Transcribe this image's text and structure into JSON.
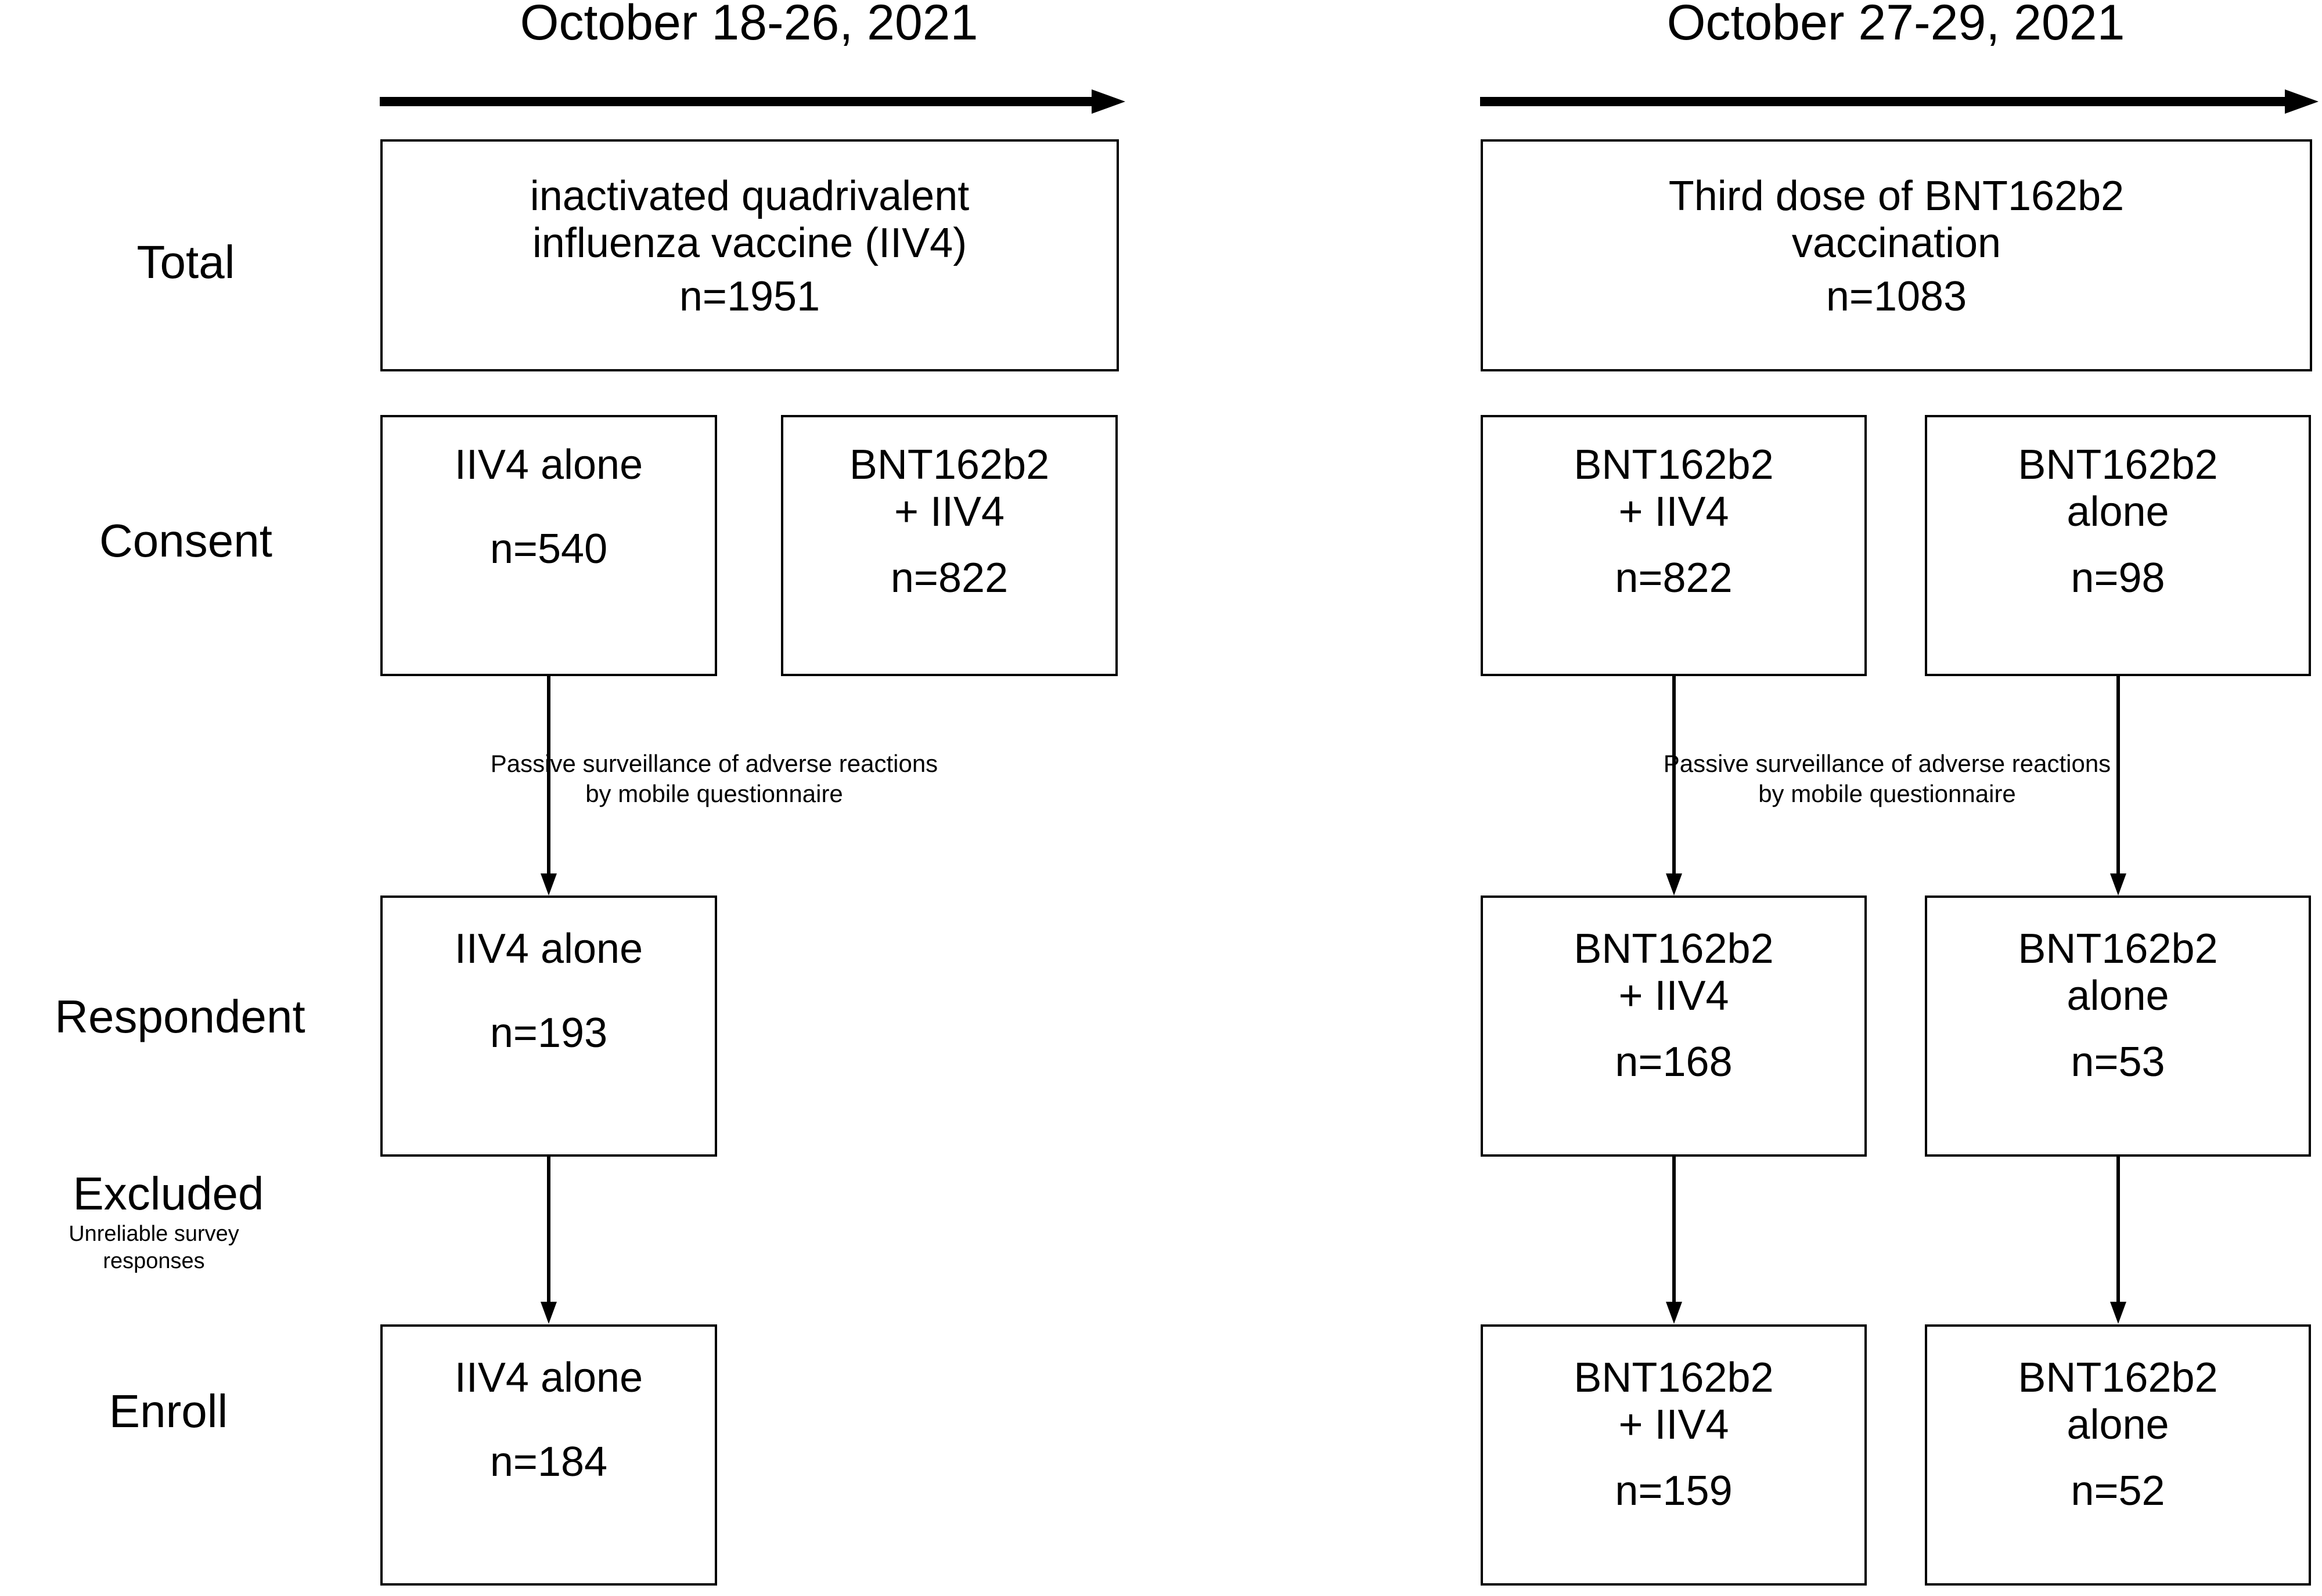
{
  "figure": {
    "type": "flowchart",
    "title": "Study enrollment flow diagram",
    "background": "#ffffff",
    "stroke_color": "#000000"
  },
  "periods": [
    {
      "id": "period-left",
      "label": "October 18-26, 2021"
    },
    {
      "id": "period-right",
      "label": "October 27-29, 2021"
    }
  ],
  "row_labels": [
    {
      "id": "total",
      "label": "Total"
    },
    {
      "id": "consent",
      "label": "Consent"
    },
    {
      "id": "respondent",
      "label": "Respondent"
    },
    {
      "id": "excluded",
      "label": "Excluded",
      "sub_line1": "Unreliable survey",
      "sub_line2": "responses"
    },
    {
      "id": "enroll",
      "label": "Enroll"
    }
  ],
  "annotations": {
    "surveillance_line1": "Passive surveillance of adverse reactions",
    "surveillance_line2": "by mobile questionnaire"
  },
  "nodes": {
    "total_left": {
      "line1": "inactivated quadrivalent",
      "line2": "influenza vaccine (IIV4)",
      "n": "n=1951"
    },
    "total_right": {
      "line1": "Third dose of BNT162b2",
      "line2": "vaccination",
      "n": "n=1083"
    },
    "consent_l1": {
      "line1": "IIV4 alone",
      "line2": "",
      "n": "n=540"
    },
    "consent_l2": {
      "line1": "BNT162b2",
      "line2": "+ IIV4",
      "n": "n=822"
    },
    "consent_r1": {
      "line1": "BNT162b2",
      "line2": "+ IIV4",
      "n": "n=822"
    },
    "consent_r2": {
      "line1": "BNT162b2",
      "line2": "alone",
      "n": "n=98"
    },
    "resp_l1": {
      "line1": "IIV4 alone",
      "line2": "",
      "n": "n=193"
    },
    "resp_r1": {
      "line1": "BNT162b2",
      "line2": "+ IIV4",
      "n": "n=168"
    },
    "resp_r2": {
      "line1": "BNT162b2",
      "line2": "alone",
      "n": "n=53"
    },
    "enroll_l1": {
      "line1": "IIV4 alone",
      "line2": "",
      "n": "n=184"
    },
    "enroll_r1": {
      "line1": "BNT162b2",
      "line2": "+ IIV4",
      "n": "n=159"
    },
    "enroll_r2": {
      "line1": "BNT162b2",
      "line2": "alone",
      "n": "n=52"
    }
  },
  "chart_data": {
    "type": "flow",
    "title": "Participant flow: IIV4 and BNT162b2 third-dose vaccination cohorts",
    "stages": [
      "Total",
      "Consent",
      "Respondent",
      "Excluded",
      "Enroll"
    ],
    "cohorts": [
      {
        "period": "October 18-26, 2021",
        "total": {
          "label": "inactivated quadrivalent influenza vaccine (IIV4)",
          "n": 1951
        },
        "groups": [
          {
            "label": "IIV4 alone",
            "consent": 540,
            "respondent": 193,
            "enroll": 184
          },
          {
            "label": "BNT162b2 + IIV4",
            "consent": 822,
            "respondent": null,
            "enroll": null
          }
        ]
      },
      {
        "period": "October 27-29, 2021",
        "total": {
          "label": "Third dose of BNT162b2 vaccination",
          "n": 1083
        },
        "groups": [
          {
            "label": "BNT162b2 + IIV4",
            "consent": 822,
            "respondent": 168,
            "enroll": 159
          },
          {
            "label": "BNT162b2 alone",
            "consent": 98,
            "respondent": 53,
            "enroll": 52
          }
        ]
      }
    ],
    "exclusion_reason": "Unreliable survey responses",
    "surveillance_method": "Passive surveillance of adverse reactions by mobile questionnaire"
  }
}
